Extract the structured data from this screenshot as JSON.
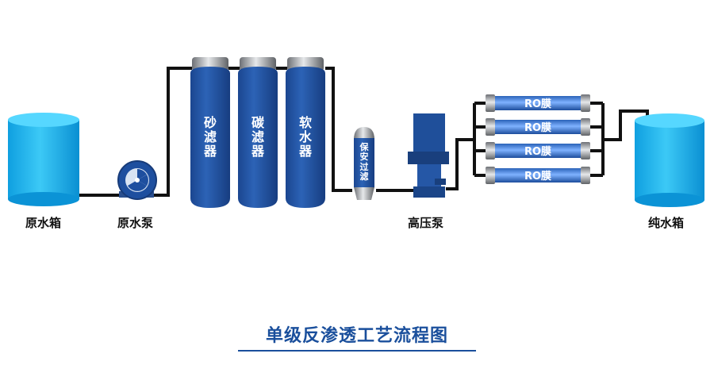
{
  "labels": {
    "raw_tank": "原水箱",
    "raw_pump": "原水泵",
    "sand_filter": "砂滤器",
    "carbon_filter": "碳滤器",
    "softener": "软水器",
    "security_filter": "保安过滤",
    "high_pump": "高压泵",
    "membrane": "RO膜",
    "pure_tank": "纯水箱"
  },
  "membrane_count": 4,
  "title": "单级反渗透工艺流程图",
  "colors": {
    "tank": "#14b4ee",
    "vessel": "#1f4f9a",
    "pipe": "#111111",
    "title": "#1a4f9c"
  }
}
